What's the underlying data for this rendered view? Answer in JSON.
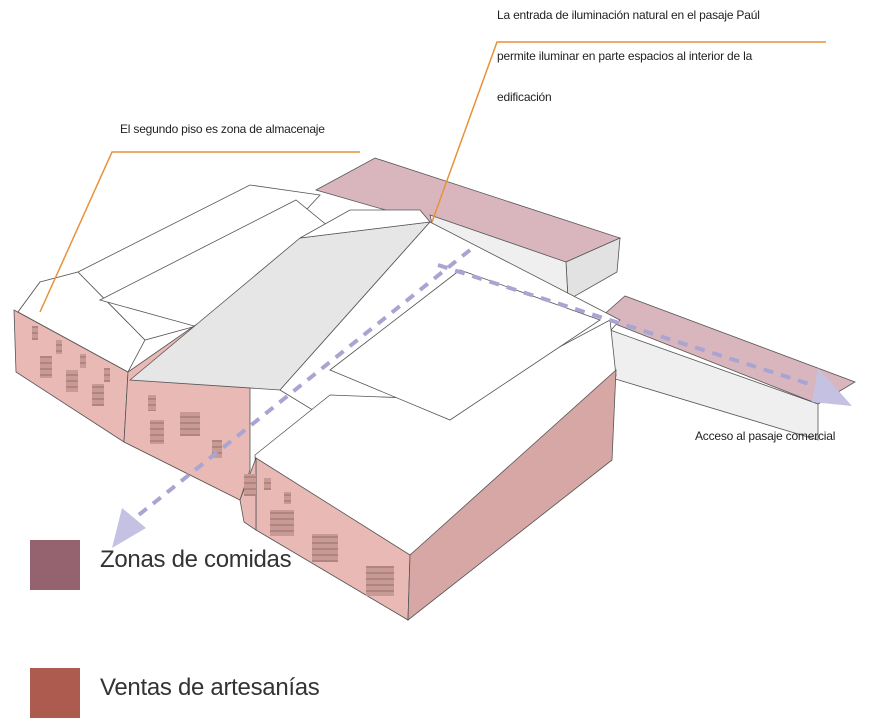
{
  "annotations": {
    "storage": "El segundo piso es zona de almacenaje",
    "light_line1": "La entrada de iluminación natural en el pasaje Paúl",
    "light_line2": "permite iluminar en parte espacios al interior de la",
    "light_line3": "edificación",
    "access": "Acceso al pasaje comercial"
  },
  "legend": {
    "items": [
      {
        "label": "Zonas de comidas",
        "color": "#94636f"
      },
      {
        "label": "Ventas de artesanías",
        "color": "#ad5b4f"
      }
    ]
  },
  "colors": {
    "leader": "#e8913a",
    "path": "#a9a5d2",
    "facade": "#e8b9b5",
    "food_zone": "#d9b6bd",
    "roof": "#ffffff",
    "roof_shade": "#e6e6e6"
  }
}
